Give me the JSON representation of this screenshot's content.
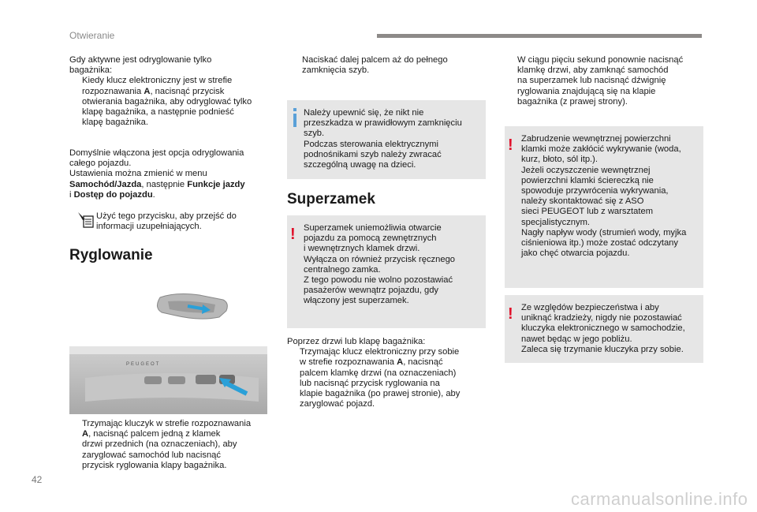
{
  "header": {
    "section": "Otwieranie"
  },
  "page_number": "42",
  "watermark": "carmanualsonline.info",
  "col1": {
    "p1_line1": "Gdy aktywne jest odryglowanie tylko",
    "p1_line2": "bagażnika:",
    "b1_l1": "Kiedy klucz elektroniczny jest w strefie",
    "b1_l2a": "rozpoznawania ",
    "b1_l2b": "A",
    "b1_l2c": ", nacisnąć przycisk",
    "b1_l3": "otwierania bagażnika, aby odryglować tylko",
    "b1_l4": "klapę bagażnika, a następnie podnieść",
    "b1_l5": "klapę bagażnika.",
    "p2_l1": "Domyślnie włączona jest opcja odryglowania",
    "p2_l2": "całego pojazdu.",
    "p2_l3": "Ustawienia można zmienić w menu",
    "p2_l4a": "Samochód/Jazda",
    "p2_l4b": ", następnie ",
    "p2_l4c": "Funkcje jazdy",
    "p2_l5a": "i ",
    "p2_l5b": "Dostęp do pojazdu",
    "p2_l5c": ".",
    "tip_l1": "Użyć tego przycisku, aby przejść do",
    "tip_l2": "informacji uzupełniających.",
    "heading": "Ryglowanie",
    "b2_l1": "Trzymając kluczyk w strefie rozpoznawania",
    "b2_l2a": "A",
    "b2_l2b": ", nacisnąć palcem jedną z klamek",
    "b2_l3": "drzwi przednich (na oznaczeniach), aby",
    "b2_l4": "zaryglować samochód lub nacisnąć",
    "b2_l5": "przycisk ryglowania klapy bagażnika.",
    "bullet_symbol": "",
    "trunk_label": "PEUGEOT"
  },
  "col2": {
    "p1_l1": "Naciskać dalej palcem aż do pełnego",
    "p1_l2": "zamknięcia szyb.",
    "info_l1": "Należy upewnić się, że nikt nie",
    "info_l2": "przeszkadza w prawidłowym zamknięciu",
    "info_l3": "szyb.",
    "info_l4": "Podczas sterowania elektrycznymi",
    "info_l5": "podnośnikami szyb należy zwracać",
    "info_l6": "szczególną uwagę na dzieci.",
    "heading": "Superzamek",
    "warn_l1": "Superzamek uniemożliwia otwarcie",
    "warn_l2": "pojazdu za pomocą zewnętrznych",
    "warn_l3": "i wewnętrznych klamek drzwi.",
    "warn_l4": "Wyłącza on również przycisk ręcznego",
    "warn_l5": "centralnego zamka.",
    "warn_l6": "Z tego powodu nie wolno pozostawiać",
    "warn_l7": "pasażerów wewnątrz pojazdu, gdy",
    "warn_l8": "włączony jest superzamek.",
    "p2_l1": "Poprzez drzwi lub klapę bagażnika:",
    "b1_l1": "Trzymając klucz elektroniczny przy sobie",
    "b1_l2a": "w strefie rozpoznawania ",
    "b1_l2b": "A",
    "b1_l2c": ", nacisnąć",
    "b1_l3": "palcem klamkę drzwi (na oznaczeniach)",
    "b1_l4": "lub nacisnąć przycisk ryglowania na",
    "b1_l5": "klapie bagażnika (po prawej stronie), aby",
    "b1_l6": "zaryglować pojazd."
  },
  "col3": {
    "b1_l1": "W ciągu pięciu sekund ponownie nacisnąć",
    "b1_l2": "klamkę drzwi, aby zamknąć samochód",
    "b1_l3": "na superzamek lub nacisnąć dźwignię",
    "b1_l4": "ryglowania znajdującą się na klapie",
    "b1_l5": "bagażnika (z prawej strony).",
    "w1_l1": "Zabrudzenie wewnętrznej powierzchni",
    "w1_l2": "klamki może zakłócić wykrywanie (woda,",
    "w1_l3": "kurz, błoto, sól itp.).",
    "w1_l4": "Jeżeli oczyszczenie wewnętrznej",
    "w1_l5": "powierzchni klamki ściereczką nie",
    "w1_l6": "spowoduje przywrócenia wykrywania,",
    "w1_l7": "należy skontaktować się z ASO",
    "w1_l8": "sieci PEUGEOT lub z warsztatem",
    "w1_l9": "specjalistycznym.",
    "w1_l10": "Nagły napływ wody (strumień wody, myjka",
    "w1_l11": "ciśnieniowa itp.) może zostać odczytany",
    "w1_l12": "jako chęć otwarcia pojazdu.",
    "w2_l1": "Ze względów bezpieczeństwa i aby",
    "w2_l2": "uniknąć kradzieży, nigdy nie pozostawiać",
    "w2_l3": "kluczyka elektronicznego w samochodzie,",
    "w2_l4": "nawet będąc w jego pobliżu.",
    "w2_l5": "Zaleca się trzymanie kluczyka przy sobie."
  },
  "colors": {
    "warning": "#e0102a",
    "info": "#5aa0d8",
    "box_bg": "#e6e6e6",
    "bar": "#8d8a88"
  },
  "icons": [
    "info-icon",
    "warning-icon",
    "book-pointer-icon",
    "door-handle-illustration",
    "trunk-button-illustration"
  ]
}
